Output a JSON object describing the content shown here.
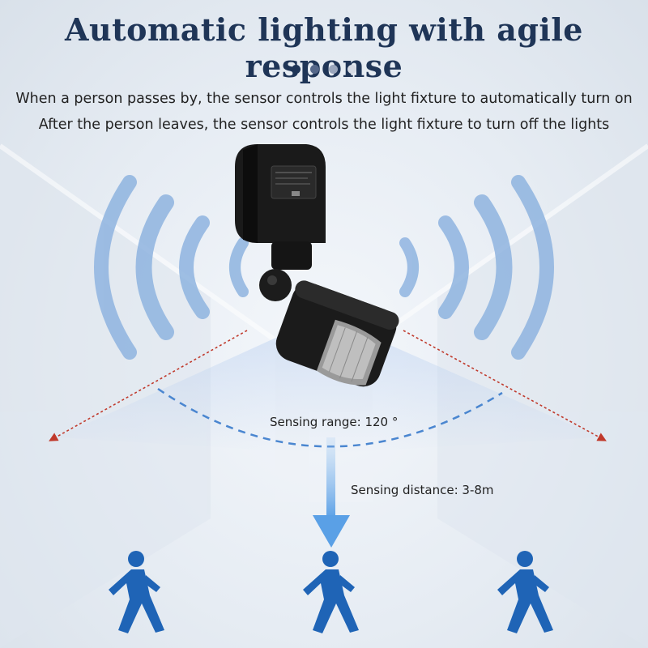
{
  "title": "Automatic lighting with agile response",
  "carousel_dots": [
    "#1f3557",
    "#56688a",
    "#9aa6bc",
    "#d6dbe5"
  ],
  "description": {
    "line1": "When a person passes by, the sensor controls the light fixture to automatically turn on",
    "line2": "After the person leaves, the sensor controls the light fixture to turn off the lights"
  },
  "labels": {
    "sensing_range": "Sensing range: 120 °",
    "sensing_distance": "Sensing distance: 3-8m"
  },
  "icons": [
    "wave-icon",
    "motion-sensor-icon",
    "walking-person-icon",
    "arrow-down-icon"
  ],
  "colors": {
    "title": "#1f3557",
    "wave": "#8fb4e0",
    "dashed_arc": "#4a86d0",
    "range_arrow": "#c0392b",
    "person": "#1f64b6",
    "sensor": "#1a1a1a"
  }
}
